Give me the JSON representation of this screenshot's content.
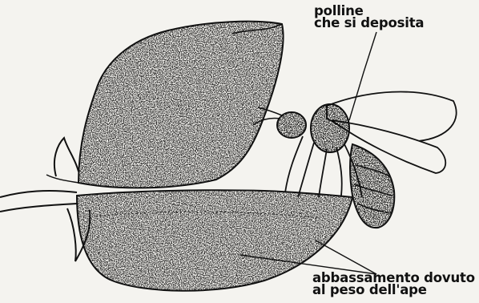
{
  "labels": {
    "pollen": {
      "line1": "polline",
      "line2": "che si deposita"
    },
    "lowering": {
      "line1": "abbassamento dovuto",
      "line2": "al peso dell'ape"
    }
  },
  "colors": {
    "ink": "#111111",
    "paper": "#f4f3ef"
  }
}
